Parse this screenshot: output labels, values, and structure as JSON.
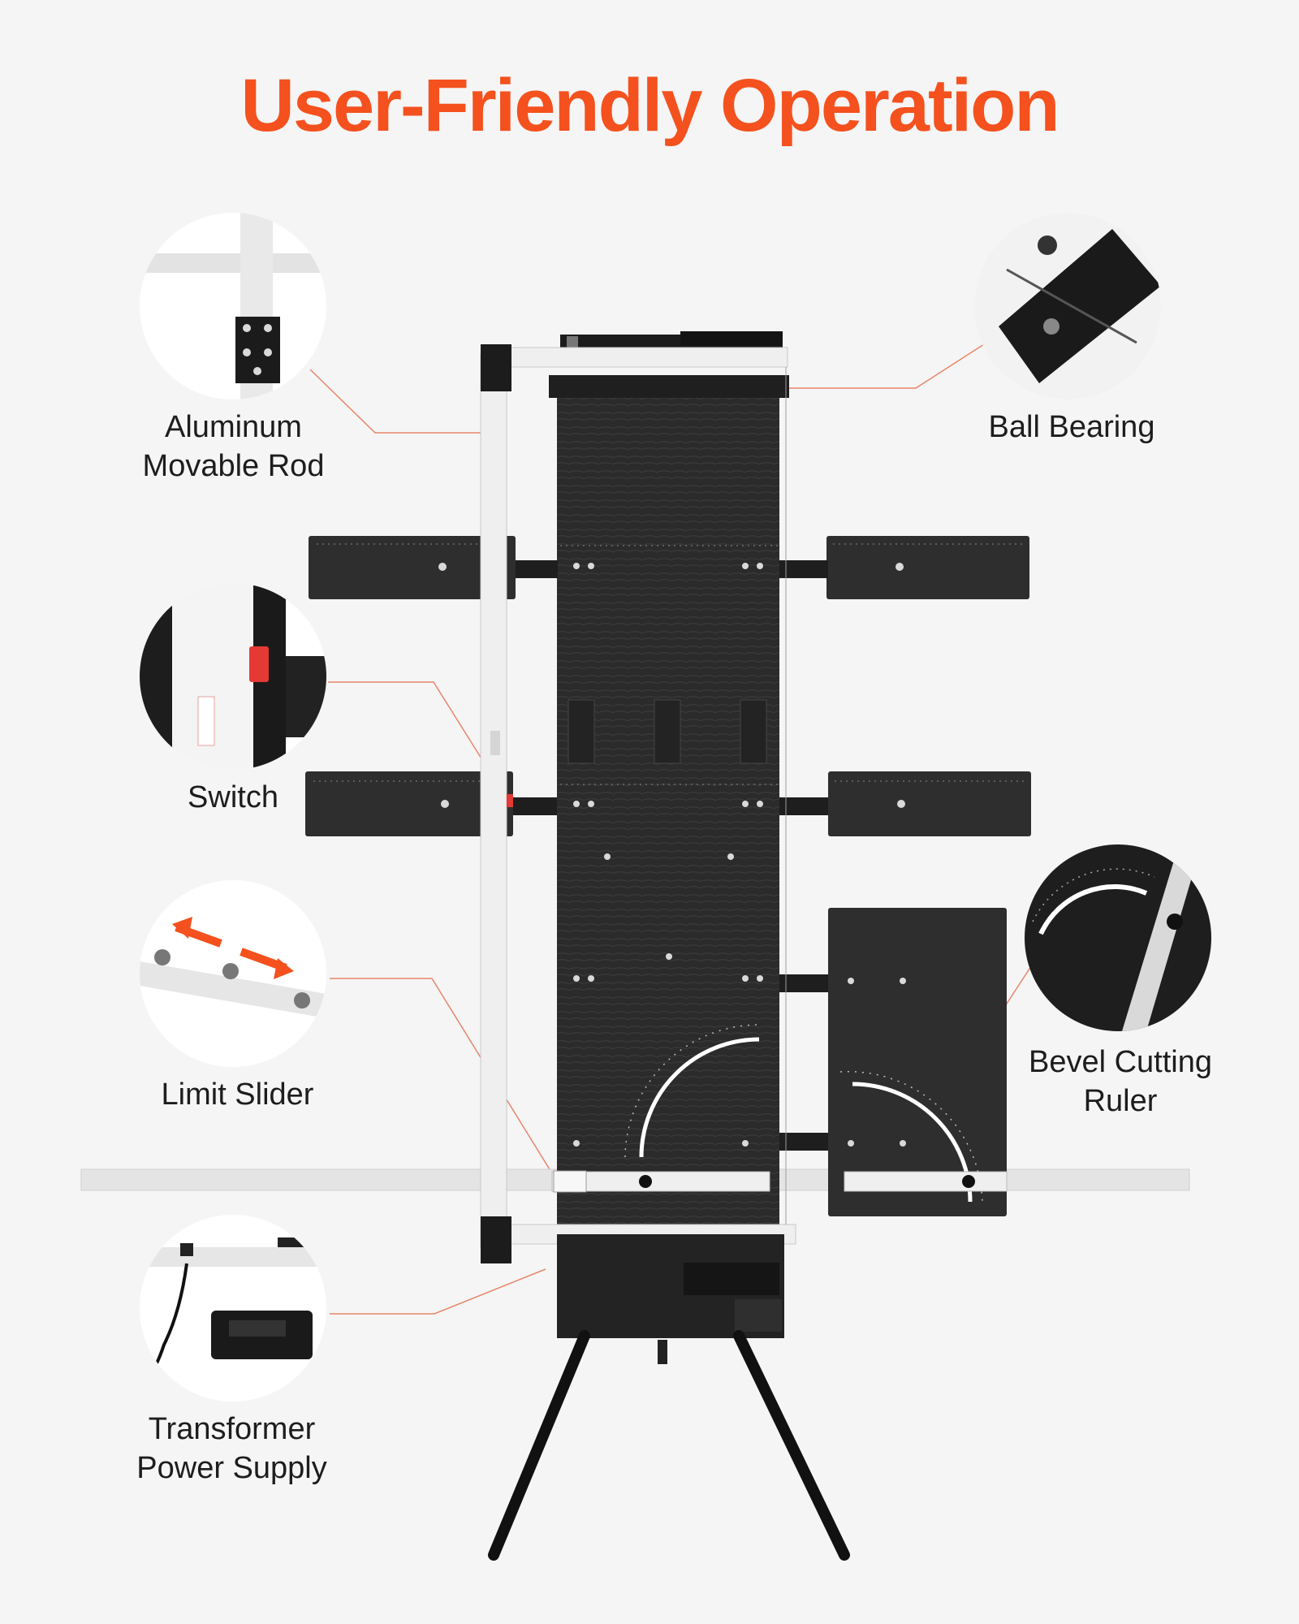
{
  "title": "User-Friendly Operation",
  "callouts": {
    "aluminum_rod": {
      "line1": "Aluminum",
      "line2": "Movable Rod"
    },
    "ball_bearing": {
      "line1": "Ball Bearing"
    },
    "switch": {
      "line1": "Switch"
    },
    "limit_slider": {
      "line1": "Limit Slider"
    },
    "bevel_ruler": {
      "line1": "Bevel Cutting",
      "line2": "Ruler"
    },
    "transformer": {
      "line1": "Transformer",
      "line2": "Power Supply"
    }
  },
  "colors": {
    "accent": "#f4511e",
    "board": "#2b2b2b",
    "frame": "#e8e8e8",
    "switch_red": "#e53935"
  }
}
